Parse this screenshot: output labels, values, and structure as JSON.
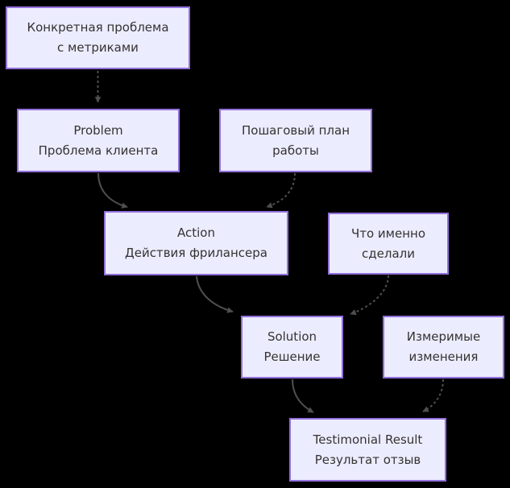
{
  "diagram": {
    "type": "flowchart",
    "background": "#000000",
    "node_fill": "#ececff",
    "node_border": "#9370db",
    "node_text_color": "#333333",
    "edge_color": "#4f4f4f",
    "nodes": [
      {
        "id": "konkretnaya-problema",
        "lines": [
          "Конкретная проблема",
          "с метриками"
        ]
      },
      {
        "id": "problem",
        "lines": [
          "Problem",
          "Проблема клиента"
        ]
      },
      {
        "id": "poshagovy-plan",
        "lines": [
          "Пошаговый план",
          "работы"
        ]
      },
      {
        "id": "action",
        "lines": [
          "Action",
          "Действия фрилансера"
        ]
      },
      {
        "id": "chto-imenno-sdelali",
        "lines": [
          "Что именно",
          "сделали"
        ]
      },
      {
        "id": "solution",
        "lines": [
          "Solution",
          "Решение"
        ]
      },
      {
        "id": "izmerimye-izmeneniya",
        "lines": [
          "Измеримые",
          "изменения"
        ]
      },
      {
        "id": "testimonial-result",
        "lines": [
          "Testimonial Result",
          "Результат отзыв"
        ]
      }
    ],
    "edges": [
      {
        "from": "konkretnaya-problema",
        "to": "problem",
        "style": "dashed"
      },
      {
        "from": "problem",
        "to": "action",
        "style": "solid"
      },
      {
        "from": "poshagovy-plan",
        "to": "action",
        "style": "dashed"
      },
      {
        "from": "action",
        "to": "solution",
        "style": "solid"
      },
      {
        "from": "chto-imenno-sdelali",
        "to": "solution",
        "style": "dashed"
      },
      {
        "from": "solution",
        "to": "testimonial-result",
        "style": "solid"
      },
      {
        "from": "izmerimye-izmeneniya",
        "to": "testimonial-result",
        "style": "dashed"
      }
    ]
  }
}
